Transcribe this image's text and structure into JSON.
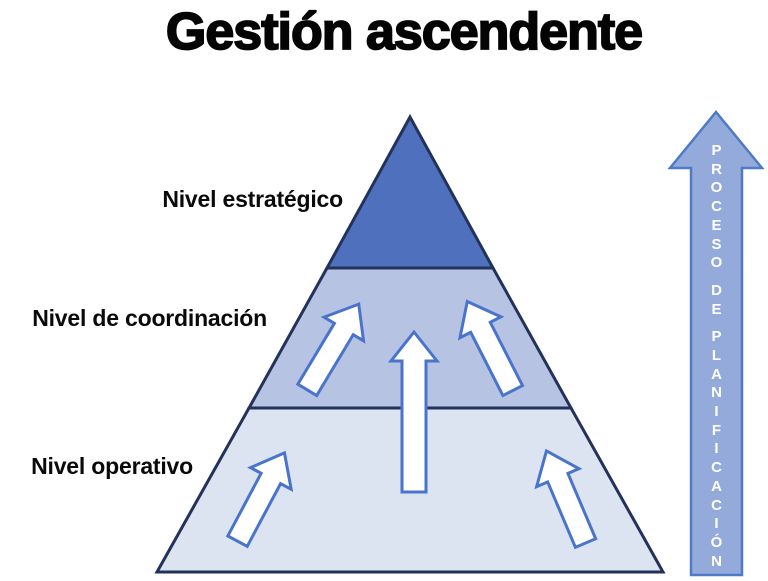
{
  "title": "Gestión ascendente",
  "background": "#ffffff",
  "pyramid": {
    "border_color": "#22325a",
    "levels": [
      {
        "id": "estrategico",
        "label": "Nivel estratégico",
        "fill": "#4f70bd"
      },
      {
        "id": "coordinacion",
        "label": "Nivel de coordinación",
        "fill": "#b7c3e3"
      },
      {
        "id": "operativo",
        "label": "Nivel operativo",
        "fill": "#dce3f1"
      }
    ]
  },
  "flow_arrows": {
    "direction": "up",
    "count": 5,
    "fill": "#ffffff",
    "border_color": "#4a74cc"
  },
  "side_arrow": {
    "direction": "up",
    "label": "PROCESO DE PLANIFICACIÓN",
    "fill": "#94aadb",
    "border_color": "#4e7ac7",
    "text_color": "#ffffff"
  }
}
